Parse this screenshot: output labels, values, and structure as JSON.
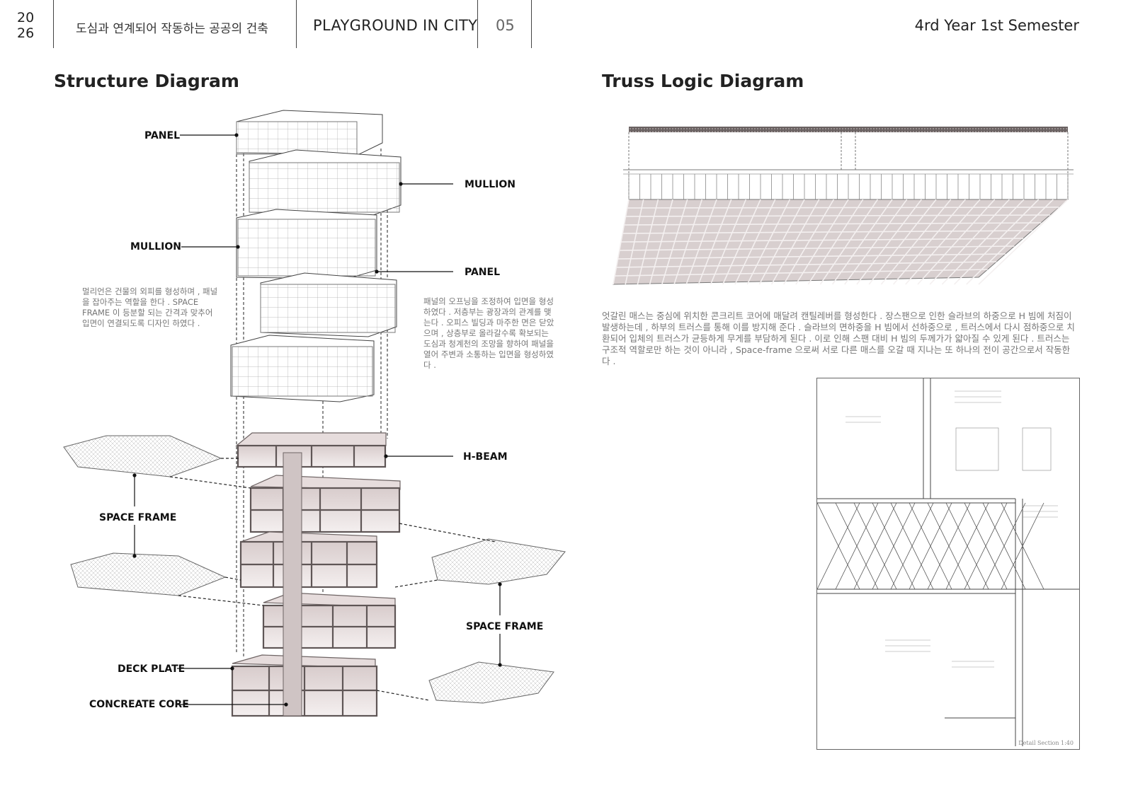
{
  "header": {
    "year_top": "20",
    "year_bottom": "26",
    "course_ko": "도심과 연계되어 작동하는 공공의 건축",
    "project": "PLAYGROUND IN CITY",
    "page": "05",
    "semester": "4rd Year 1st Semester"
  },
  "left": {
    "title": "Structure Diagram",
    "labels": {
      "panel_top": "PANEL",
      "mullion_right": "MULLION",
      "mullion_left": "MULLION",
      "panel_right": "PANEL",
      "hbeam": "H-BEAM",
      "space_frame_left": "SPACE FRAME",
      "space_frame_right": "SPACE FRAME",
      "deck_plate": "DECK PLATE",
      "core": "CONCREATE CORE"
    },
    "text_mullion": "멀리언은 건물의 외피를 형성하며 , 패널을 잡아주는 역할을 한다 . SPACE FRAME 이 등분할 되는 간격과 맞추어 입면이 연결되도록 디자인 하였다 .",
    "text_panel": "패널의 오프닝을 조정하여 입면을 형성하였다 . 저층부는 광장과의 관계를 맺는다 . 오피스 빌딩과 마주한 면은 닫았으며 , 상층부로 올라갈수록 확보되는 도심과 청계천의 조망을 향하여 패널을 열어 주변과 소통하는 입면을 형성하였다 ."
  },
  "right": {
    "title": "Truss Logic Diagram",
    "text": "엇갈린 매스는 중심에 위치한 콘크리트 코어에 매달려 캔틸레버를 형성한다 . 장스팬으로 인한 슬라브의 하중으로 H 빔에 처짐이 발생하는데 , 하부의 트러스를 통해 이를 방지해 준다 . 슬라브의 면하중을 H 빔에서 선하중으로 , 트러스에서 다시 점하중으로 치환되어 입체의 트러스가 균등하게 무게를 부담하게 된다 . 이로 인해 스팬 대비 H 빔의 두께가가 얇아질 수 있게 된다 . 트러스는 구조적 역할로만 하는 것이 아니라 , Space-frame 으로써 서로 다른 매스를 오갈 때 지나는 또 하나의 전이 공간으로서 작동한다 .",
    "detail_caption": "Detail Section 1:40"
  },
  "colors": {
    "slab": "#e6dcdc",
    "slab_dark": "#a89c9c",
    "frame": "#6e6464",
    "light_line": "#9a9a9a",
    "truss": "#c9c0c0"
  }
}
